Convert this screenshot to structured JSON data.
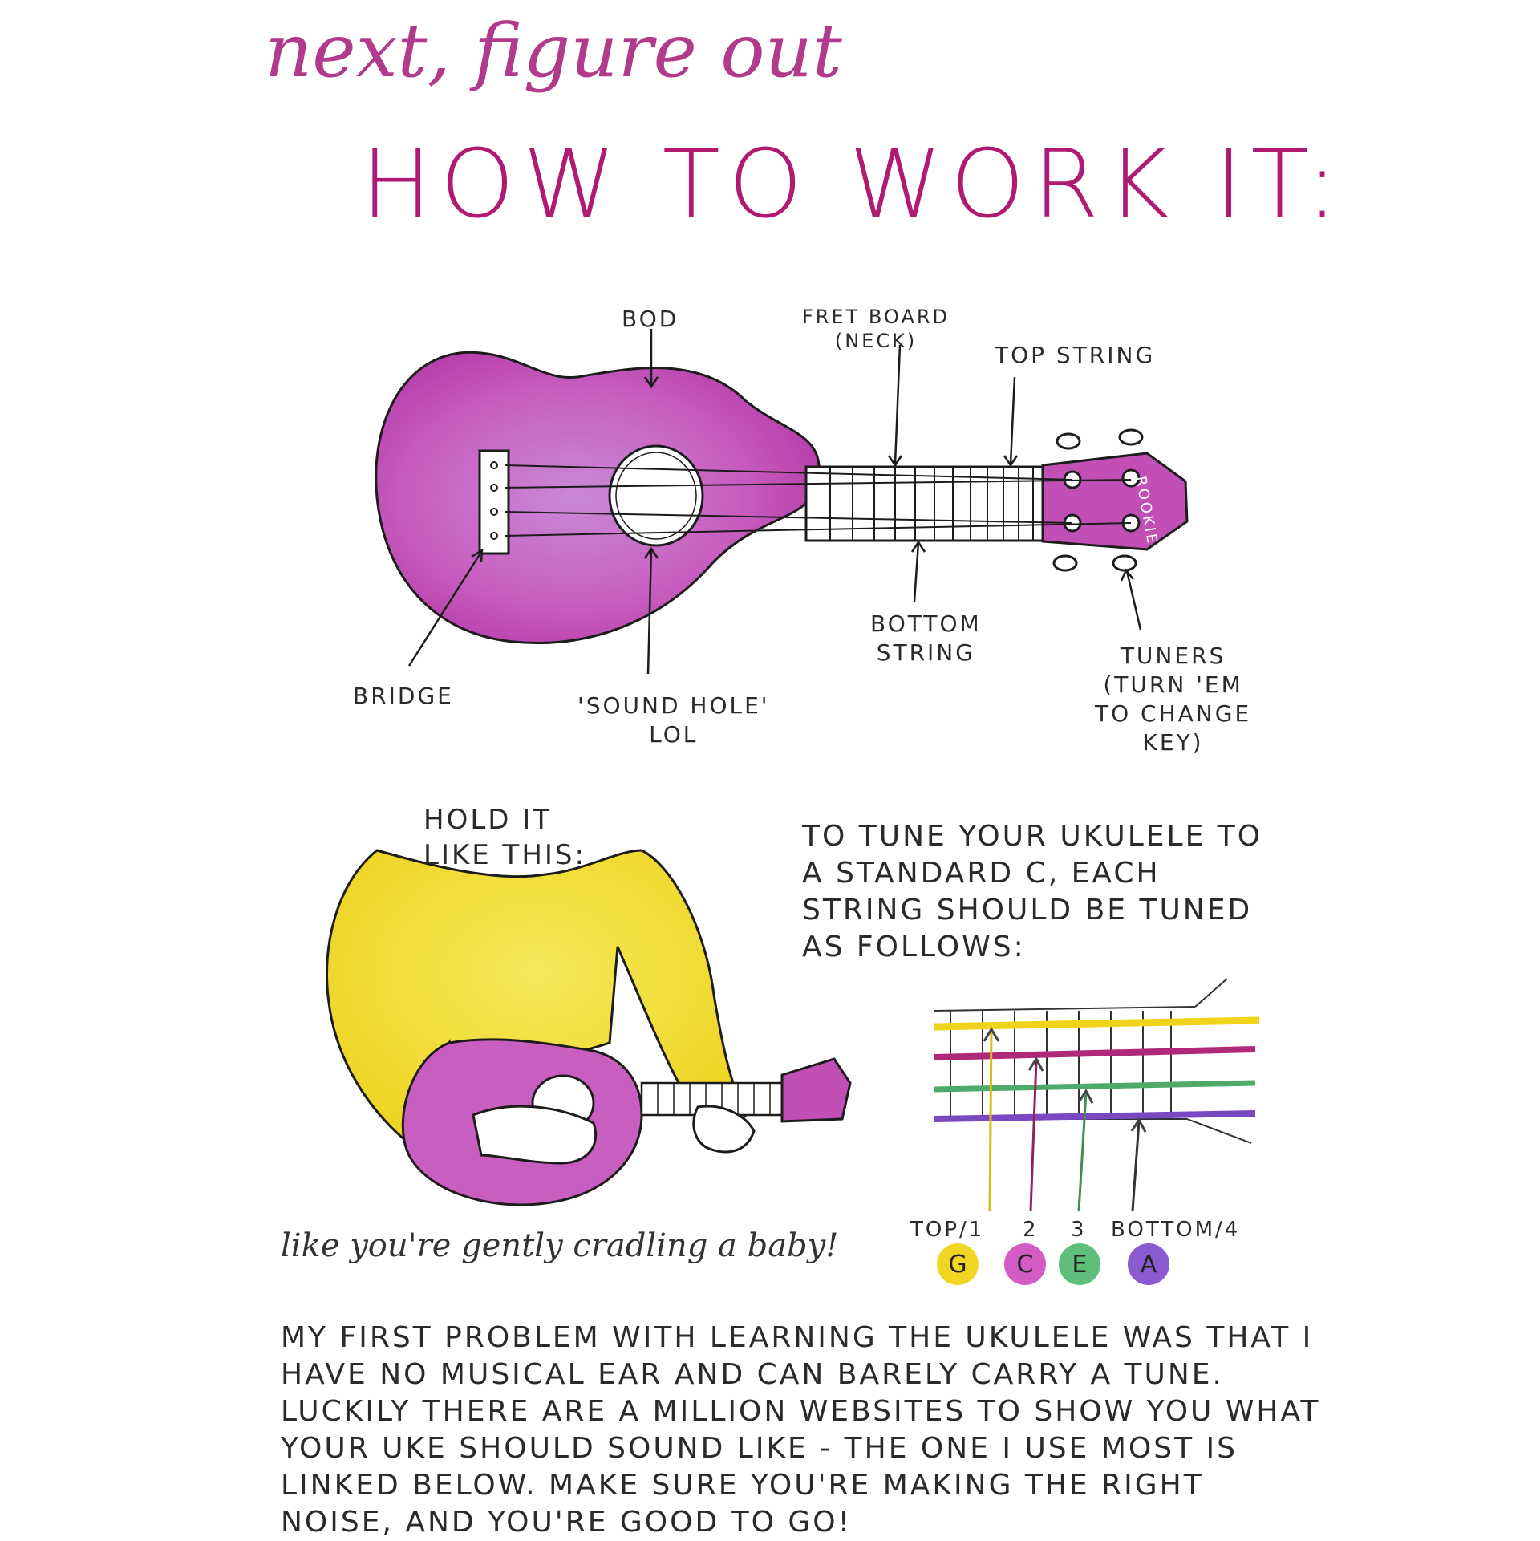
{
  "title": {
    "line1": "next, figure out",
    "line2": "HOW TO WORK IT:"
  },
  "ukulele_labels": {
    "bod": "BOD",
    "fretboard": [
      "FRET BOARD",
      "(NECK)"
    ],
    "top_string": "TOP STRING",
    "bottom_string": [
      "BOTTOM",
      "STRING"
    ],
    "tuners": [
      "TUNERS",
      "(TURN 'EM",
      "TO CHANGE",
      "KEY)"
    ],
    "bridge": "BRIDGE",
    "sound_hole": [
      "'SOUND HOLE'",
      "LOL"
    ],
    "brand": "ROOKIE"
  },
  "hold": {
    "label": [
      "HOLD IT",
      "LIKE THIS:"
    ],
    "caption": "like you're gently cradling a baby!"
  },
  "tuning": {
    "intro": "TO TUNE YOUR UKULELE TO A STANDARD C, EACH STRING SHOULD BE TUNED AS FOLLOWS:",
    "string_labels": [
      "TOP/1",
      "2",
      "3",
      "BOTTOM/4"
    ],
    "notes": [
      {
        "note": "G",
        "color": "#f2d624"
      },
      {
        "note": "C",
        "color": "#d25cc4"
      },
      {
        "note": "E",
        "color": "#5fbf7a"
      },
      {
        "note": "A",
        "color": "#8a5ad0"
      }
    ]
  },
  "paragraph": "MY FIRST PROBLEM WITH LEARNING THE UKULELE WAS THAT I HAVE NO MUSICAL EAR AND CAN BARELY CARRY A TUNE. LUCKILY THERE ARE A MILLION WEBSITES TO SHOW YOU WHAT YOUR UKE SHOULD SOUND LIKE - THE ONE I USE MOST IS LINKED BELOW. MAKE SURE YOU'RE MAKING THE RIGHT NOISE, AND YOU'RE GOOD TO GO!",
  "colors": {
    "title": "#b01a73",
    "ukulele_body": "#c85fc0",
    "sweater": "#f2dd2a"
  }
}
